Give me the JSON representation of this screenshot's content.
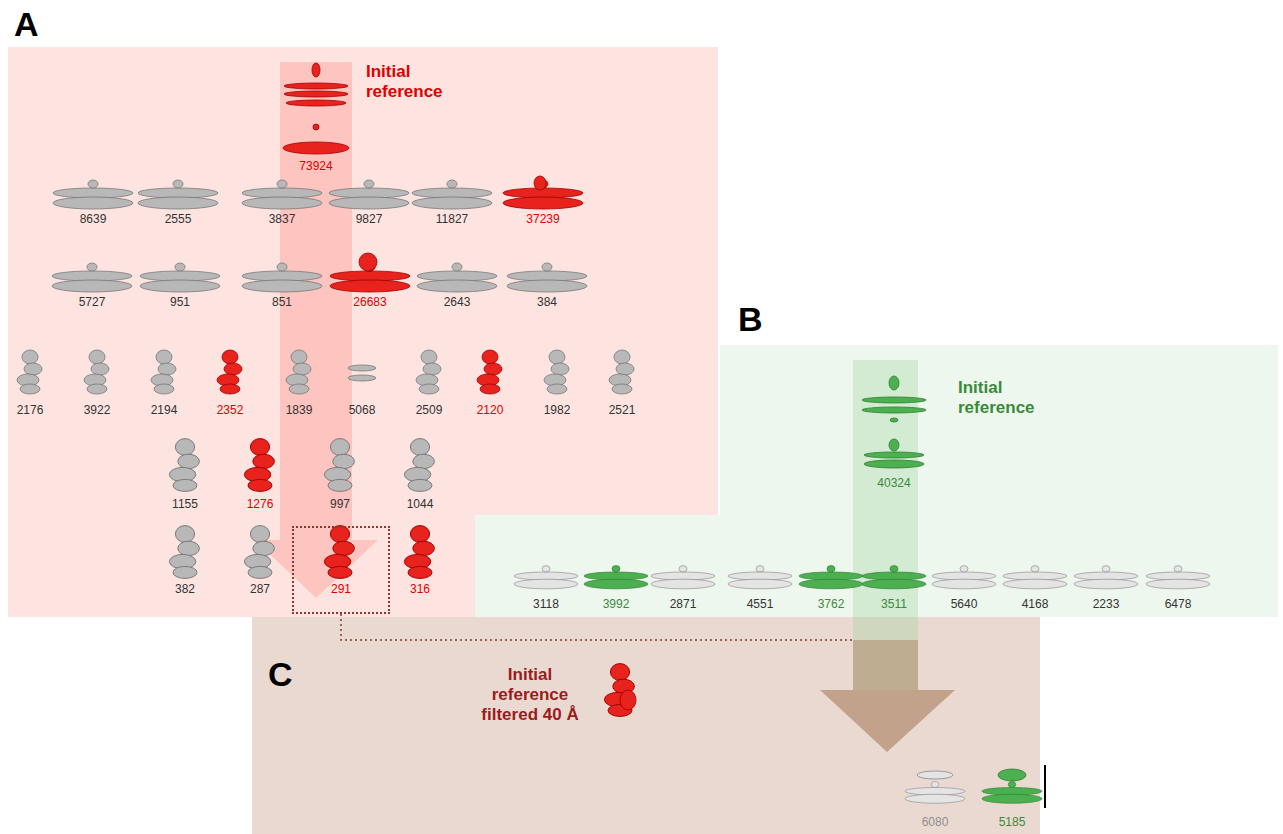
{
  "diagram": {
    "nodes": [
      {
        "text": [
          "A",
          "Initial reference"
        ]
      },
      {
        "text": [
          "291"
        ],
        "in": 0
      },
      {
        "text": [
          "B",
          "Initial reference"
        ]
      },
      {
        "text": [
          "C",
          "Initial reference filtered 40 Å"
        ]
      }
    ],
    "labels": [
      "73924",
      "8639",
      "2555",
      "3837",
      "9827",
      "11827",
      "37239",
      "5727",
      "951",
      "851",
      "26683",
      "2643",
      "384",
      "2176",
      "3922",
      "2194",
      "2352",
      "1839",
      "5068",
      "2509",
      "2120",
      "1982",
      "2521",
      "1155",
      "1276",
      "997",
      "1044",
      "382",
      "287",
      "316",
      "40324",
      "3118",
      "3992",
      "2871",
      "4551",
      "3762",
      "3511",
      "5640",
      "4168",
      "2233",
      "6478",
      "6080",
      "5185"
    ]
  }
}
